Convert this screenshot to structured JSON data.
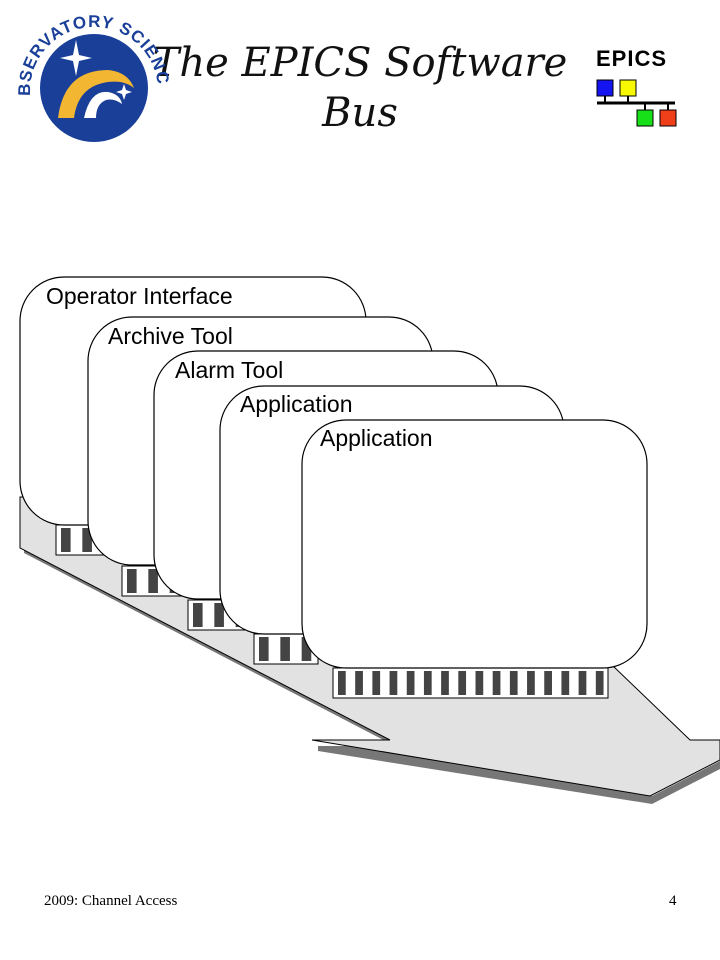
{
  "slide": {
    "title_line1": "The EPICS Software",
    "title_line2": "Bus",
    "epics_label": "EPICS",
    "footer_left": "2009: Channel Access",
    "footer_right": "4"
  },
  "logo": {
    "name": "OBSERVATORY SCIENCES",
    "colors": {
      "disc": "#1a3f99",
      "arc": "#f2b632",
      "star": "#ffffff"
    }
  },
  "epics_logo": {
    "colors": {
      "top_left": "#1414f0",
      "top_right": "#f8f800",
      "bottom_left": "#18e018",
      "bottom_right": "#f0401a"
    }
  },
  "diagram": {
    "cards": [
      {
        "label": "Operator Interface"
      },
      {
        "label": "Archive Tool"
      },
      {
        "label": "Alarm Tool"
      },
      {
        "label": "Application"
      },
      {
        "label": "Application"
      }
    ],
    "colors": {
      "bus_fill": "#e2e2e2",
      "bus_shadow": "#777777",
      "connector": "#444444"
    }
  }
}
